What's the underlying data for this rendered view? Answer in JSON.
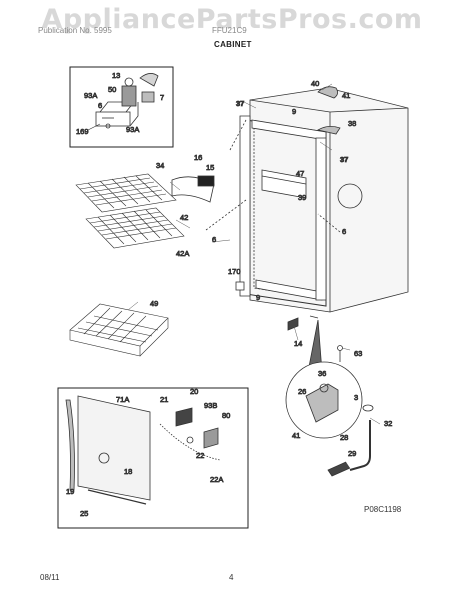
{
  "watermark": "AppliancePartsPros.com",
  "header": {
    "left_text": "Publication No. 5995",
    "mid_text": "FFU21C9",
    "section_title": "CABINET"
  },
  "footer": {
    "date": "08/11",
    "page_number": "4",
    "figure_id": "P08C1198"
  },
  "callouts": {
    "c13": "13",
    "c93A_top": "93A",
    "c50": "50",
    "c6_inset": "6",
    "c7": "7",
    "c93A_bot": "93A",
    "c169": "169",
    "c40": "40",
    "c41_top": "41",
    "c37_top": "37",
    "c9_top": "9",
    "c38": "38",
    "c37_right": "37",
    "c16": "16",
    "c15": "15",
    "c34": "34",
    "c47": "47",
    "c39": "39",
    "c42": "42",
    "c6_left": "6",
    "c6_right": "6",
    "c42A": "42A",
    "c170": "170",
    "c9_bot": "9",
    "c49": "49",
    "c14": "14",
    "c63": "63",
    "c71A": "71A",
    "c20": "20",
    "c21": "21",
    "c93B": "93B",
    "c80": "80",
    "c18": "18",
    "c22": "22",
    "c22A": "22A",
    "c19": "19",
    "c25": "25",
    "c26": "26",
    "c3": "3",
    "c36": "36",
    "c41_bot": "41",
    "c28": "28",
    "c32": "32",
    "c29": "29"
  }
}
